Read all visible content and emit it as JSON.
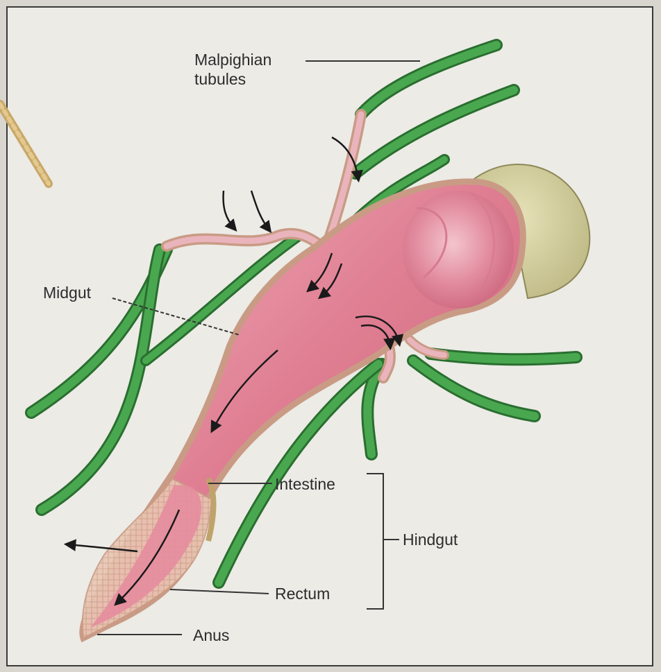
{
  "labels": {
    "malpighian_line1": "Malpighian",
    "malpighian_line2": "tubules",
    "midgut": "Midgut",
    "intestine": "Intestine",
    "hindgut": "Hindgut",
    "rectum": "Rectum",
    "anus": "Anus"
  },
  "colors": {
    "background_page": "#d9d6cf",
    "panel": "#ecebe6",
    "tubule_green": "#3f9e47",
    "tubule_dark": "#2a6e30",
    "gut_pink": "#e3899a",
    "gut_dark": "#b94a63",
    "gut_light": "#f4c2cb",
    "tissue_tan": "#d9b896",
    "foregut_olive": "#cfcb9a",
    "leader_line": "#333333",
    "arrow": "#1a1a1a"
  }
}
